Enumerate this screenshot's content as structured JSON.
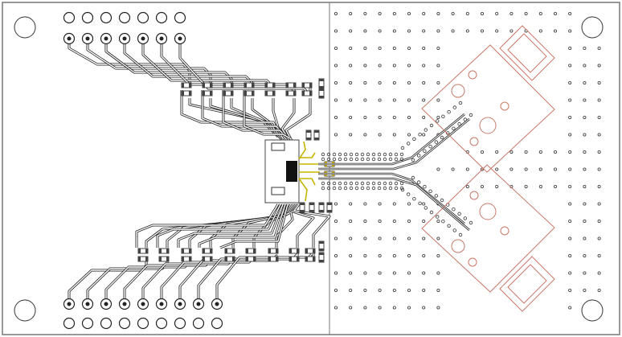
{
  "board": {
    "layers": [
      "outline",
      "mounting-holes",
      "connector-pads",
      "signal-traces",
      "smd-components",
      "ic-package",
      "via-fence",
      "rf-launch-traces",
      "antenna-footprints"
    ],
    "colors": {
      "background": "#ffffff",
      "outline": "#777777",
      "trace": "#222222",
      "trace_inner": "#ffffff",
      "pad": "#222222",
      "via": "#333333",
      "smd_pad": "#444444",
      "highlight": "#c8b400",
      "antenna": "#c87a6a"
    },
    "connectors": {
      "top_row_count": 7,
      "bottom_row_count": 9,
      "top_rows": 2,
      "bottom_rows": 2
    },
    "components": {
      "top_resistor_pairs": 7,
      "bottom_resistor_pairs": 9
    },
    "antenna_modules": 2,
    "via_grid": {
      "columns": 19,
      "rows": 18
    }
  }
}
